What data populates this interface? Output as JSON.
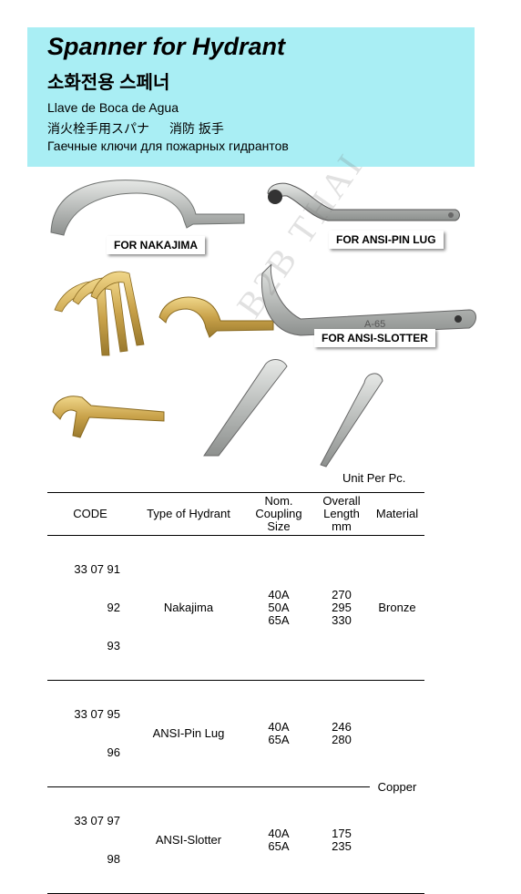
{
  "header": {
    "title": "Spanner for Hydrant",
    "korean": "소화전용 스페너",
    "spanish": "Llave de Boca de Agua",
    "japanese": "消火栓手用スパナ",
    "chinese": "消防 扳手",
    "russian": "Гаечные ключи для пожарных гидрантов"
  },
  "labels": {
    "nakajima": "FOR NAKAJIMA",
    "pin_lug": "FOR ANSI-PIN LUG",
    "slotter": "FOR ANSI-SLOTTER"
  },
  "watermark": "B2B THAI",
  "unit": "Unit Per Pc.",
  "table": {
    "headers": {
      "code": "CODE",
      "type": "Type of Hydrant",
      "size": [
        "Nom.",
        "Coupling",
        "Size"
      ],
      "length": [
        "Overall",
        "Length",
        "mm"
      ],
      "material": "Material"
    },
    "groups": [
      {
        "codes": [
          "33 07 91",
          "92",
          "93"
        ],
        "type": "Nakajima",
        "sizes": [
          "40A",
          "50A",
          "65A"
        ],
        "lengths": [
          "270",
          "295",
          "330"
        ],
        "material": "Bronze"
      },
      {
        "codes": [
          "33 07 95",
          "96"
        ],
        "type": "ANSI-Pin Lug",
        "sizes": [
          "40A",
          "65A"
        ],
        "lengths": [
          "246",
          "280"
        ]
      },
      {
        "codes": [
          "33 07 97",
          "98"
        ],
        "type": "ANSI-Slotter",
        "sizes": [
          "40A",
          "65A"
        ],
        "lengths": [
          "175",
          "235"
        ]
      }
    ],
    "copper_material": "Copper"
  },
  "colors": {
    "header_bg": "#a9eef4",
    "steel": "#c9cbc9",
    "bronze": "#d4b25a"
  }
}
